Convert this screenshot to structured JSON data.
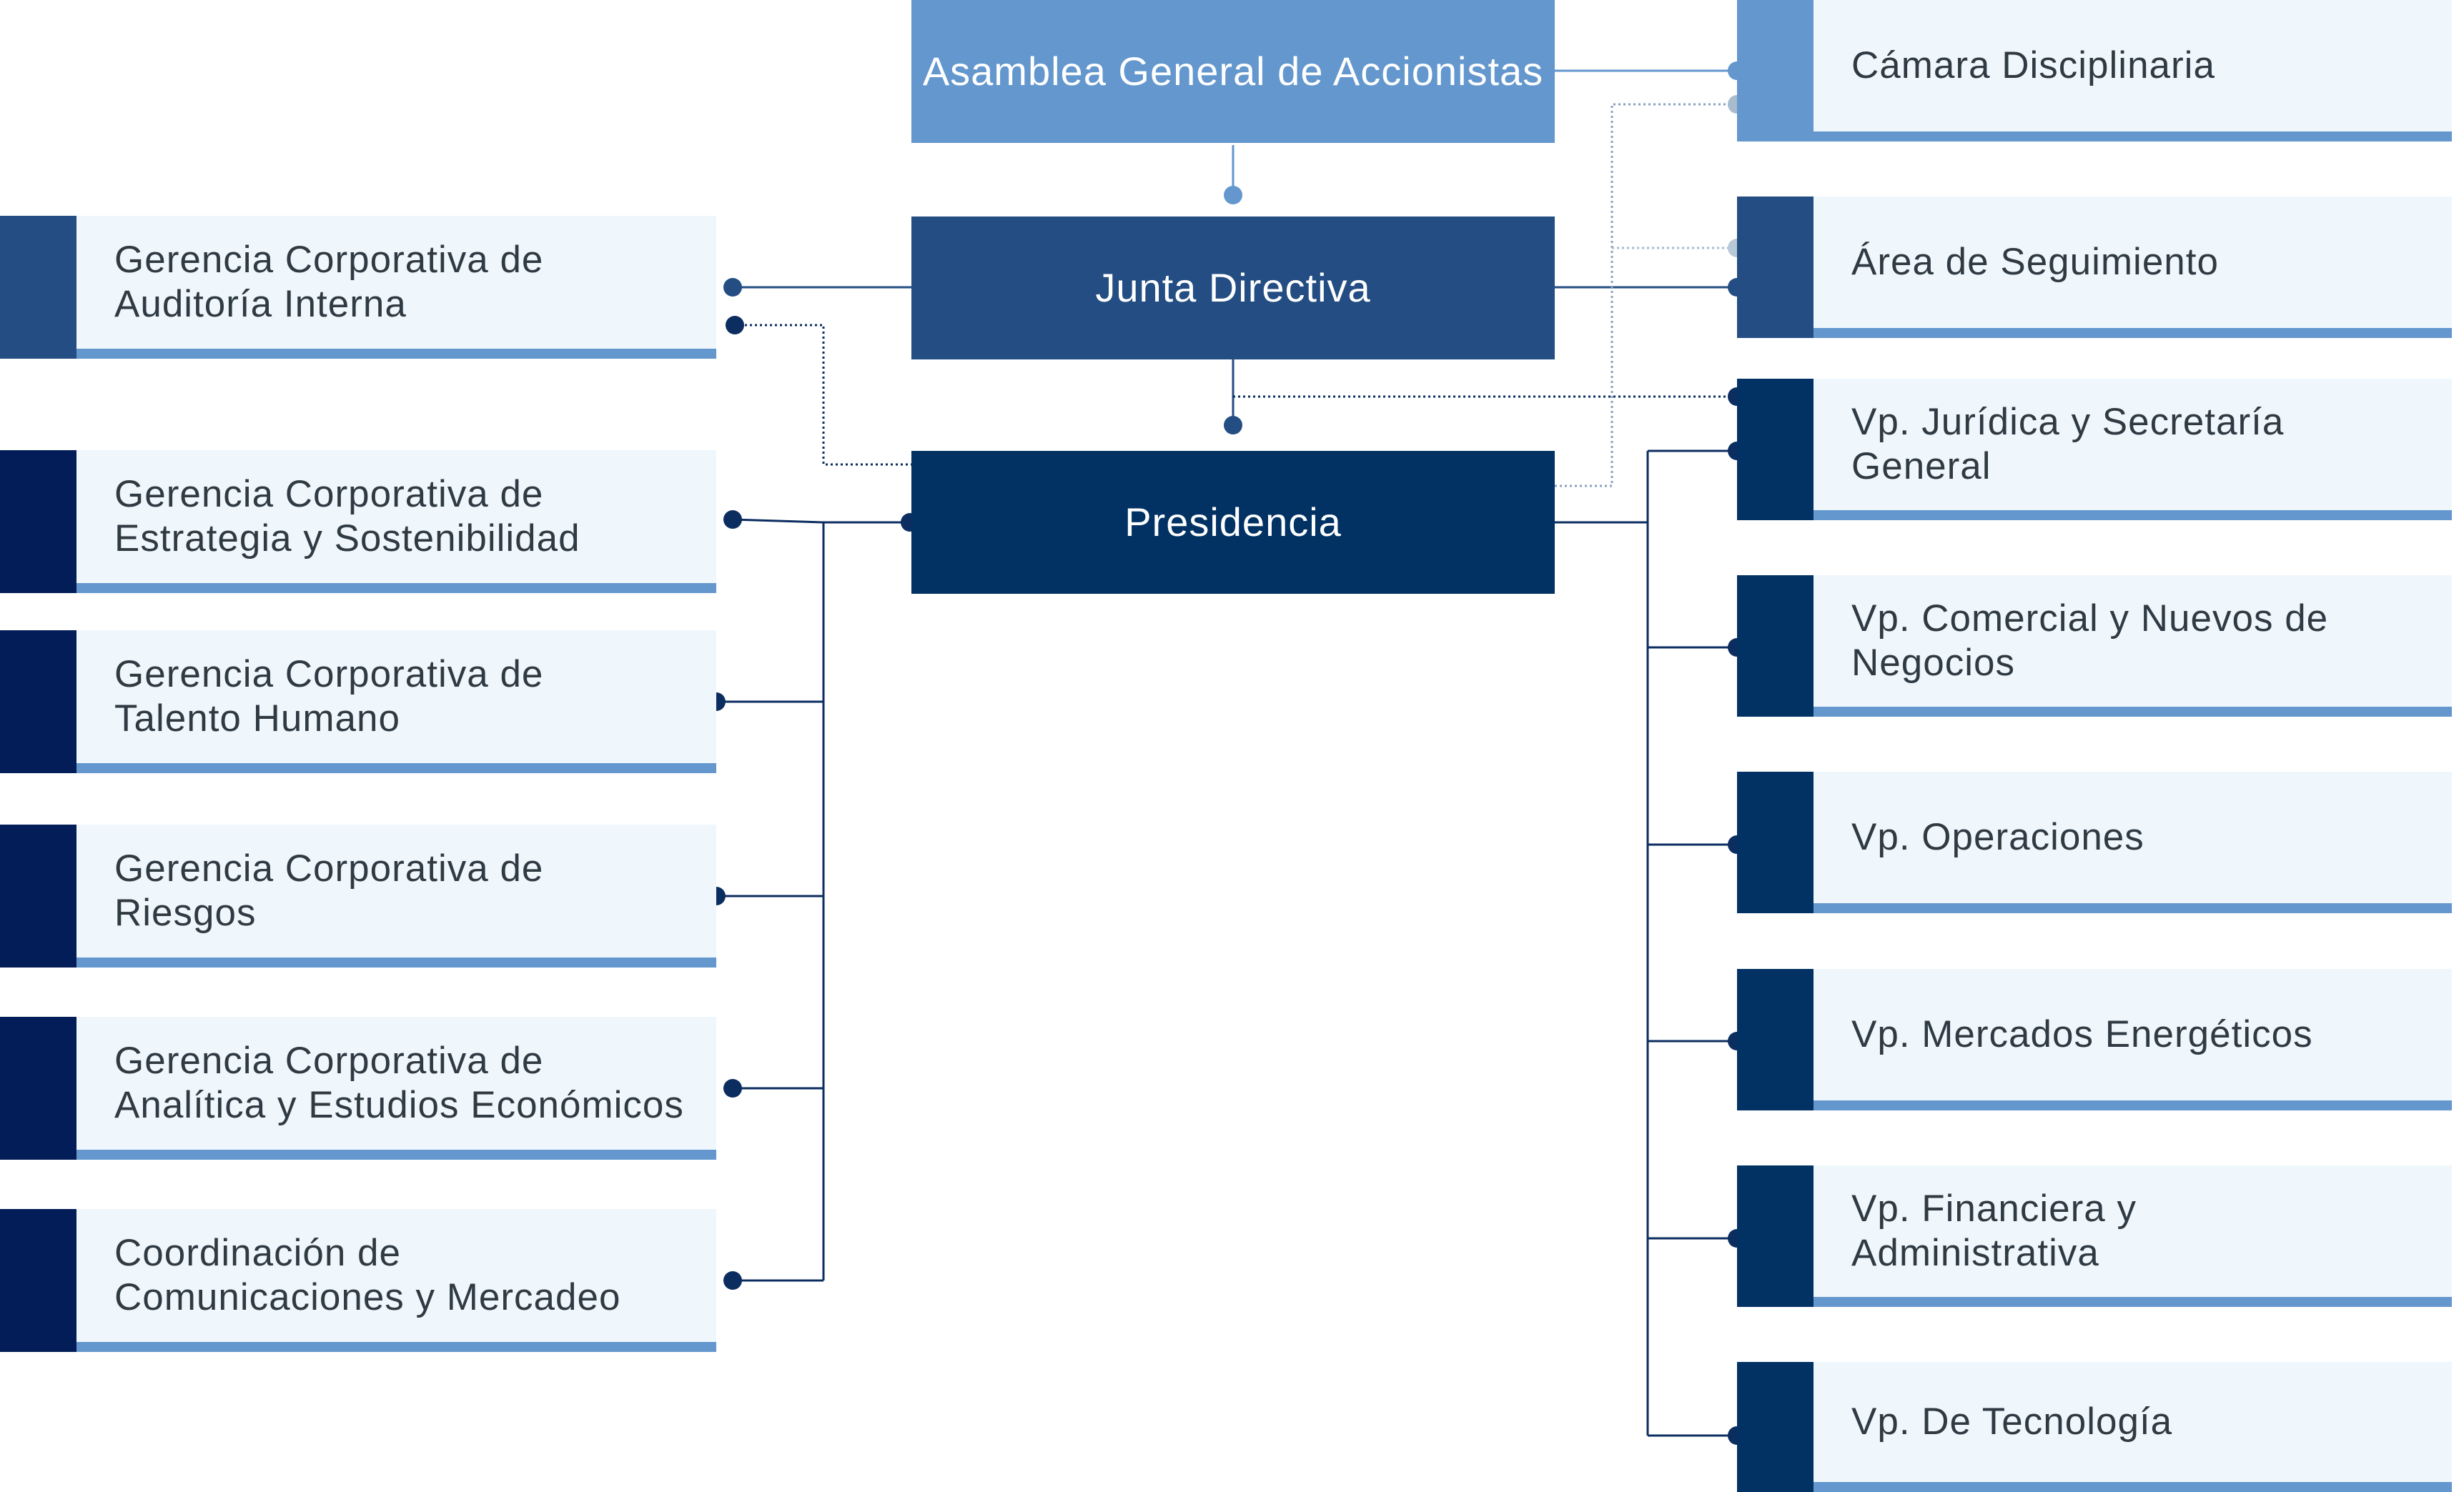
{
  "colors": {
    "asamblea": "#6397cd",
    "junta": "#244e83",
    "presidencia": "#013263",
    "card_bg": "#eff7fd",
    "underline": "#6397cd",
    "line": "#0c2d60",
    "text_dark": "#303a43"
  },
  "top_nodes": {
    "asamblea": "Asamblea General de\nAccionistas",
    "junta": "Junta Directiva",
    "presidencia": "Presidencia"
  },
  "left_units": [
    {
      "label": "Gerencia Corporativa de\nAuditoría Interna",
      "accent": "#244e83"
    },
    {
      "label": "Gerencia Corporativa de\nEstrategia y Sostenibilidad",
      "accent": "#031d58"
    },
    {
      "label": "Gerencia Corporativa de\nTalento Humano",
      "accent": "#031d58"
    },
    {
      "label": "Gerencia Corporativa de\nRiesgos",
      "accent": "#031d58"
    },
    {
      "label": "Gerencia Corporativa de\nAnalítica y Estudios Económicos",
      "accent": "#031d58"
    },
    {
      "label": "Coordinación de\nComunicaciones y Mercadeo",
      "accent": "#031d58"
    }
  ],
  "right_units": [
    {
      "label": "Cámara Disciplinaria",
      "accent": "#6397cd"
    },
    {
      "label": "Área de Seguimiento",
      "accent": "#244e83"
    },
    {
      "label": "Vp. Jurídica y Secretaría\nGeneral",
      "accent": "#013263"
    },
    {
      "label": "Vp. Comercial y Nuevos de\nNegocios",
      "accent": "#013263"
    },
    {
      "label": "Vp. Operaciones",
      "accent": "#013263"
    },
    {
      "label": "Vp. Mercados Energéticos",
      "accent": "#013263"
    },
    {
      "label": "Vp. Financiera y\nAdministrativa",
      "accent": "#013263"
    },
    {
      "label": "Vp. De Tecnología",
      "accent": "#013263"
    }
  ]
}
